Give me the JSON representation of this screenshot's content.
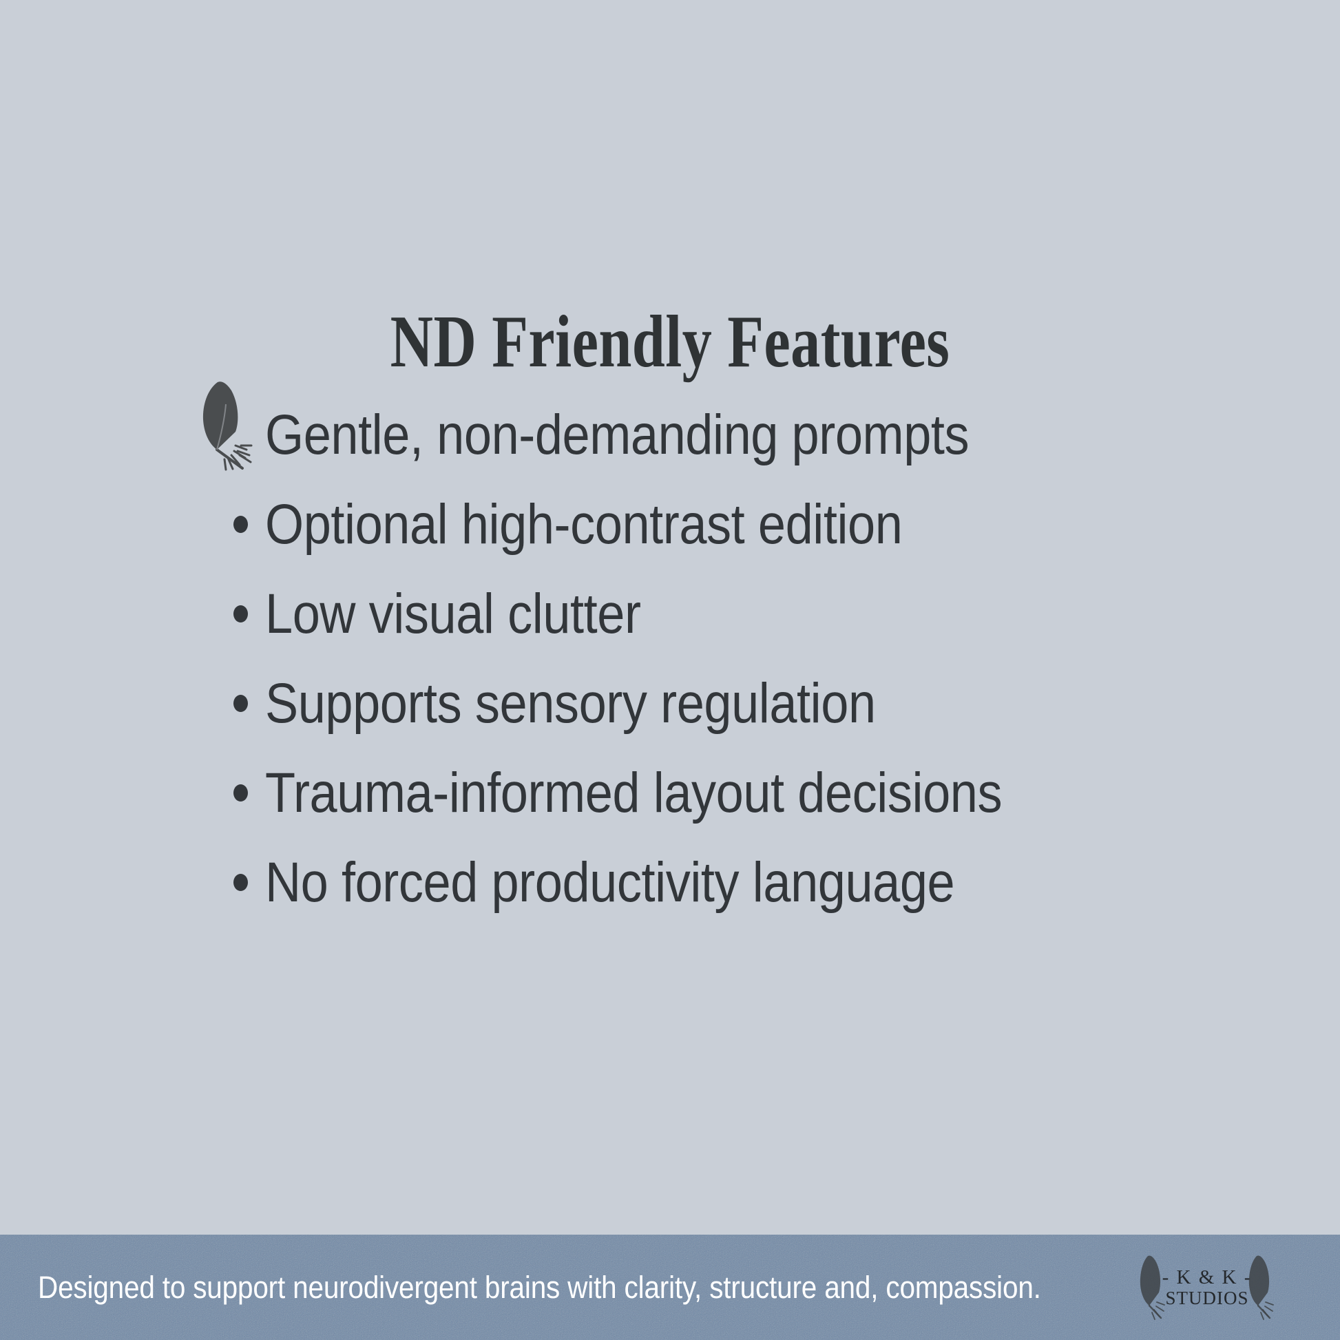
{
  "poster": {
    "background_color": "#c9cfd7",
    "text_color": "#32363a",
    "title": "ND Friendly Features"
  },
  "features": {
    "items": [
      {
        "label": "Gentle, non-demanding prompts",
        "marker": "feather-icon"
      },
      {
        "label": "Optional high-contrast edition",
        "marker": "bullet-dot"
      },
      {
        "label": "Low visual clutter",
        "marker": "bullet-dot"
      },
      {
        "label": "Supports sensory regulation",
        "marker": "bullet-dot"
      },
      {
        "label": "Trauma-informed layout decisions",
        "marker": "bullet-dot"
      },
      {
        "label": "No forced productivity language",
        "marker": "bullet-dot"
      }
    ]
  },
  "footer": {
    "background_color": "#6f88a6",
    "text_color": "#ffffff",
    "tagline": "Designed to support neurodivergent brains with clarity, structure and, compassion.",
    "logo": {
      "line1": "- K & K -",
      "line2": "STUDIOS",
      "left_icon": "feather-icon",
      "right_icon": "feather-icon"
    }
  }
}
